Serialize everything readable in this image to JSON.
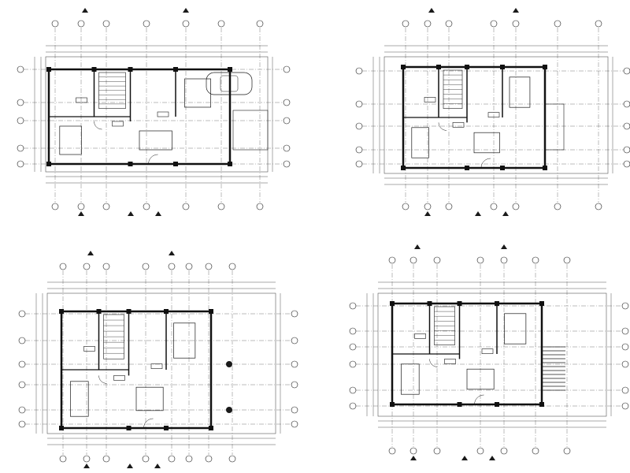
{
  "colors": {
    "background": "#ffffff",
    "ink": "#1a1a1a",
    "grid": "#555555",
    "wall": "#111111"
  },
  "plans": [
    {
      "id": "plan-top-left",
      "has_car": true,
      "has_stair": true
    },
    {
      "id": "plan-top-right",
      "has_car": false,
      "has_stair": true
    },
    {
      "id": "plan-bottom-left",
      "has_car": false,
      "has_stair": true
    },
    {
      "id": "plan-bottom-right",
      "has_car": false,
      "has_stair": true,
      "has_terrace_hatch": true
    }
  ]
}
